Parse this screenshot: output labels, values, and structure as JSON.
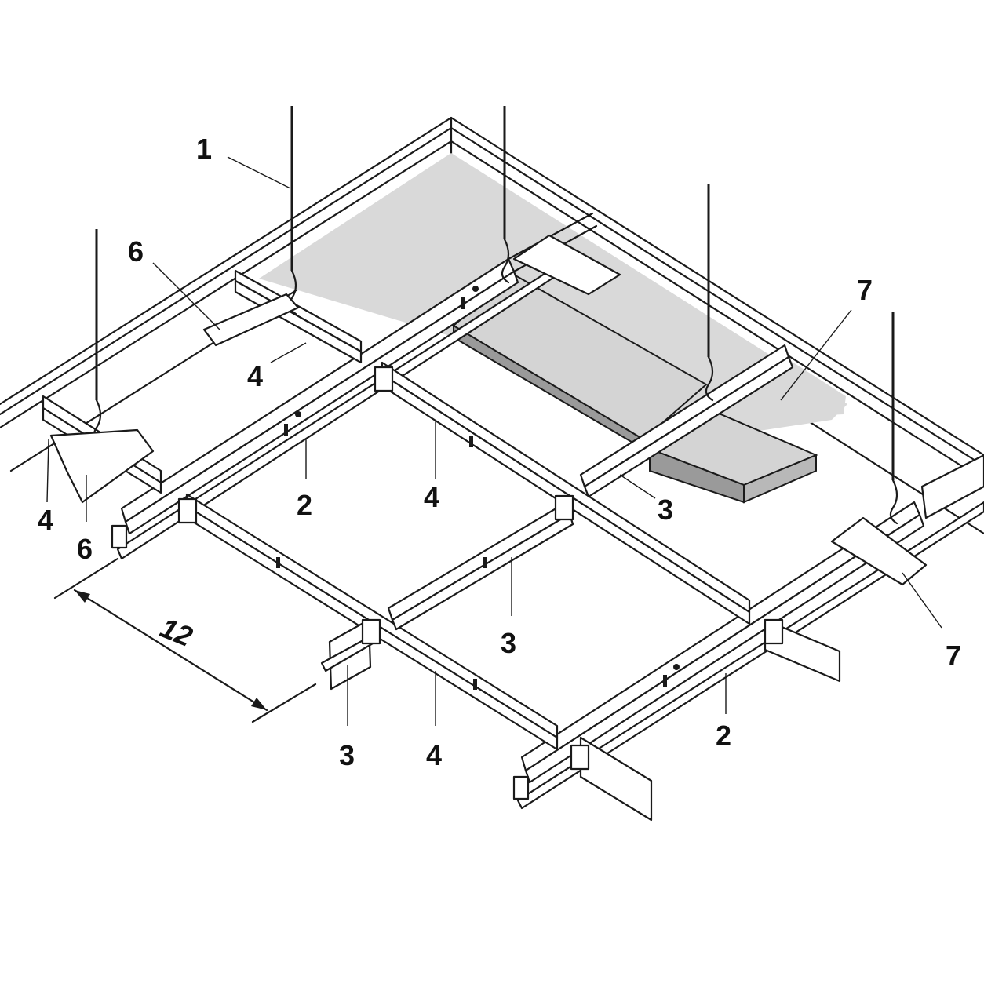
{
  "callouts": {
    "c1": "1",
    "c2a": "2",
    "c2b": "2",
    "c3a": "3",
    "c3b": "3",
    "c3c": "3",
    "c4a": "4",
    "c4b": "4",
    "c4c": "4",
    "c4d": "4",
    "c6a": "6",
    "c6b": "6",
    "c7a": "7",
    "c7b": "7"
  },
  "dimension": {
    "label": "12"
  },
  "colors": {
    "line": "#1a1a1a",
    "panel_top": "#d4d4d4",
    "panel_side": "#9a9a9a",
    "slab": "#d9d9d9"
  }
}
